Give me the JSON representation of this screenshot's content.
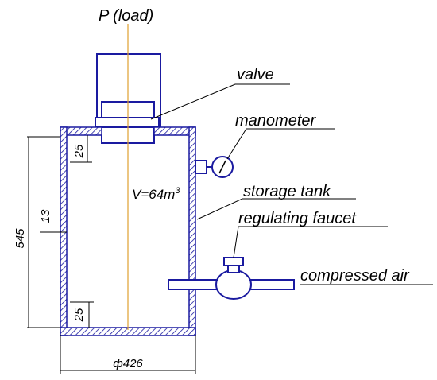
{
  "colors": {
    "wall": "#1a1aa0",
    "hatch": "#1a1aa0",
    "centerline": "#e0a030",
    "leader": "#000000"
  },
  "labels": {
    "load": "P (load)",
    "valve": "valve",
    "manometer": "manometer",
    "storage_tank": "storage tank",
    "regulating_faucet": "regulating faucet",
    "compressed_air": "compressed air",
    "volume": "V=64m",
    "volume_exp": "3"
  },
  "dimensions": {
    "height": "545",
    "wall": "13",
    "top_thickness": "25",
    "bottom_thickness": "25",
    "diameter": "ф426"
  }
}
